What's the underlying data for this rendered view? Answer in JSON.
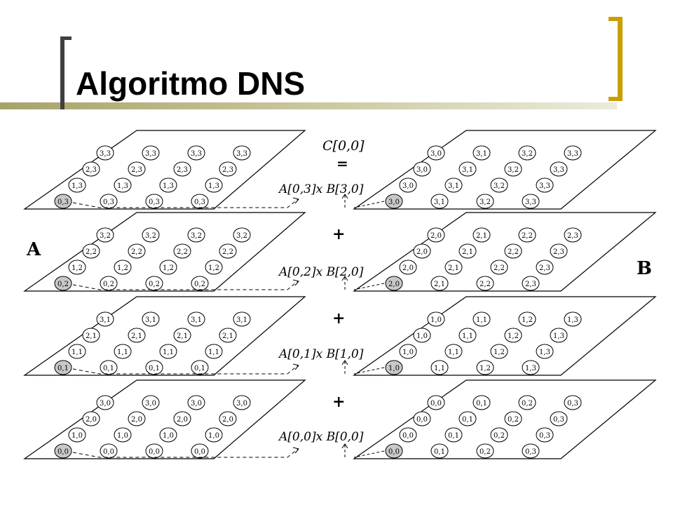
{
  "title": "Algoritmo DNS",
  "matrix_labels": {
    "left": "A",
    "right": "B"
  },
  "equation": {
    "result": "C[0,0]",
    "equals": "=",
    "plus": "+",
    "terms": [
      "A[0,3]x B[3,0]",
      "A[0,2]x B[2,0]",
      "A[0,1]x B[1,0]",
      "A[0,0]x B[0,0]"
    ]
  },
  "left_planes": [
    {
      "rows": [
        [
          "0,3",
          "0,3",
          "0,3",
          "0,3"
        ],
        [
          "1,3",
          "1,3",
          "1,3",
          "1,3"
        ],
        [
          "2,3",
          "2,3",
          "2,3",
          "2,3"
        ],
        [
          "3,3",
          "3,3",
          "3,3",
          "3,3"
        ]
      ]
    },
    {
      "rows": [
        [
          "0,2",
          "0,2",
          "0,2",
          "0,2"
        ],
        [
          "1,2",
          "1,2",
          "1,2",
          "1,2"
        ],
        [
          "2,2",
          "2,2",
          "2,2",
          "2,2"
        ],
        [
          "3,2",
          "3,2",
          "3,2",
          "3,2"
        ]
      ]
    },
    {
      "rows": [
        [
          "0,1",
          "0,1",
          "0,1",
          "0,1"
        ],
        [
          "1,1",
          "1,1",
          "1,1",
          "1,1"
        ],
        [
          "2,1",
          "2,1",
          "2,1",
          "2,1"
        ],
        [
          "3,1",
          "3,1",
          "3,1",
          "3,1"
        ]
      ]
    },
    {
      "rows": [
        [
          "0,0",
          "0,0",
          "0,0",
          "0,0"
        ],
        [
          "1,0",
          "1,0",
          "1,0",
          "1,0"
        ],
        [
          "2,0",
          "2,0",
          "2,0",
          "2,0"
        ],
        [
          "3,0",
          "3,0",
          "3,0",
          "3,0"
        ]
      ]
    }
  ],
  "right_planes": [
    {
      "rows": [
        [
          "3,0",
          "3,1",
          "3,2",
          "3,3"
        ],
        [
          "3,0",
          "3,1",
          "3,2",
          "3,3"
        ],
        [
          "3,0",
          "3,1",
          "3,2",
          "3,3"
        ],
        [
          "3,0",
          "3,1",
          "3,2",
          "3,3"
        ]
      ]
    },
    {
      "rows": [
        [
          "2,0",
          "2,1",
          "2,2",
          "2,3"
        ],
        [
          "2,0",
          "2,1",
          "2,2",
          "2,3"
        ],
        [
          "2,0",
          "2,1",
          "2,2",
          "2,3"
        ],
        [
          "2,0",
          "2,1",
          "2,2",
          "2,3"
        ]
      ]
    },
    {
      "rows": [
        [
          "1,0",
          "1,1",
          "1,2",
          "1,3"
        ],
        [
          "1,0",
          "1,1",
          "1,2",
          "1,3"
        ],
        [
          "1,0",
          "1,1",
          "1,2",
          "1,3"
        ],
        [
          "1,0",
          "1,1",
          "1,2",
          "1,3"
        ]
      ]
    },
    {
      "rows": [
        [
          "0,0",
          "0,1",
          "0,2",
          "0,3"
        ],
        [
          "0,0",
          "0,1",
          "0,2",
          "0,3"
        ],
        [
          "0,0",
          "0,1",
          "0,2",
          "0,3"
        ],
        [
          "0,0",
          "0,1",
          "0,2",
          "0,3"
        ]
      ]
    }
  ],
  "colors": {
    "highlight_node": "#c8c8c8",
    "node_fill": "#ffffff",
    "stroke": "#000000"
  }
}
